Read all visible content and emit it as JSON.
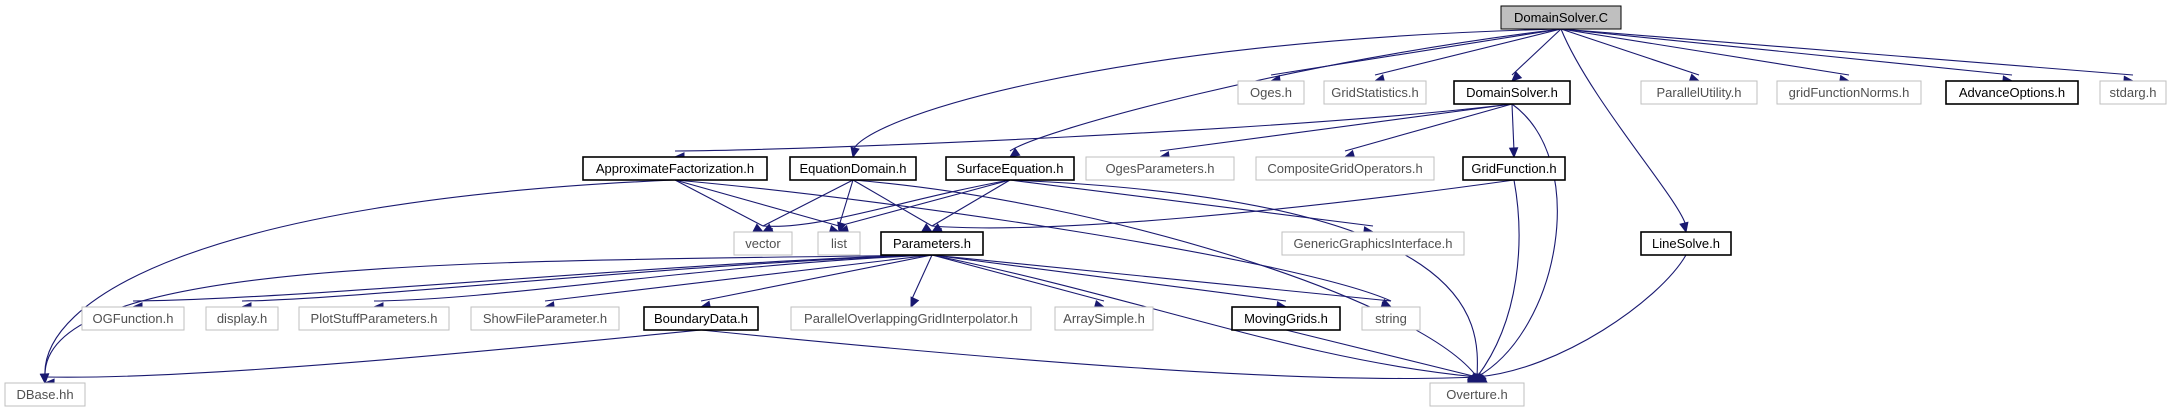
{
  "colors": {
    "edge": "#191970",
    "root_fill": "#bfbfbf",
    "external_border": "#bfbfbf",
    "documented_border": "#000000"
  },
  "nodes": {
    "domainsolver_c": {
      "label": "DomainSolver.C",
      "kind": "root"
    },
    "oges_h": {
      "label": "Oges.h",
      "kind": "external"
    },
    "gridstatistics_h": {
      "label": "GridStatistics.h",
      "kind": "external"
    },
    "domainsolver_h": {
      "label": "DomainSolver.h",
      "kind": "documented"
    },
    "parallelutility_h": {
      "label": "ParallelUtility.h",
      "kind": "external"
    },
    "gridfunctionnorms_h": {
      "label": "gridFunctionNorms.h",
      "kind": "external"
    },
    "advanceoptions_h": {
      "label": "AdvanceOptions.h",
      "kind": "documented"
    },
    "stdarg_h": {
      "label": "stdarg.h",
      "kind": "external"
    },
    "approximatefactorization_h": {
      "label": "ApproximateFactorization.h",
      "kind": "documented"
    },
    "equationdomain_h": {
      "label": "EquationDomain.h",
      "kind": "documented"
    },
    "surfaceequation_h": {
      "label": "SurfaceEquation.h",
      "kind": "documented"
    },
    "ogesparameters_h": {
      "label": "OgesParameters.h",
      "kind": "external"
    },
    "compositegridoperators_h": {
      "label": "CompositeGridOperators.h",
      "kind": "external"
    },
    "gridfunction_h": {
      "label": "GridFunction.h",
      "kind": "documented"
    },
    "vector": {
      "label": "vector",
      "kind": "external"
    },
    "list": {
      "label": "list",
      "kind": "external"
    },
    "parameters_h": {
      "label": "Parameters.h",
      "kind": "documented"
    },
    "genericgraphicsinterface_h": {
      "label": "GenericGraphicsInterface.h",
      "kind": "external"
    },
    "linesolve_h": {
      "label": "LineSolve.h",
      "kind": "documented"
    },
    "ogfunction_h": {
      "label": "OGFunction.h",
      "kind": "external"
    },
    "display_h": {
      "label": "display.h",
      "kind": "external"
    },
    "plotstuffparameters_h": {
      "label": "PlotStuffParameters.h",
      "kind": "external"
    },
    "showfileparameter_h": {
      "label": "ShowFileParameter.h",
      "kind": "external"
    },
    "boundarydata_h": {
      "label": "BoundaryData.h",
      "kind": "documented"
    },
    "paralleloverlappinggridinterpolator_h": {
      "label": "ParallelOverlappingGridInterpolator.h",
      "kind": "external"
    },
    "arraysimple_h": {
      "label": "ArraySimple.h",
      "kind": "external"
    },
    "movinggrids_h": {
      "label": "MovingGrids.h",
      "kind": "documented"
    },
    "string": {
      "label": "string",
      "kind": "external"
    },
    "dbase_hh": {
      "label": "DBase.hh",
      "kind": "external"
    },
    "overture_h": {
      "label": "Overture.h",
      "kind": "external"
    }
  }
}
